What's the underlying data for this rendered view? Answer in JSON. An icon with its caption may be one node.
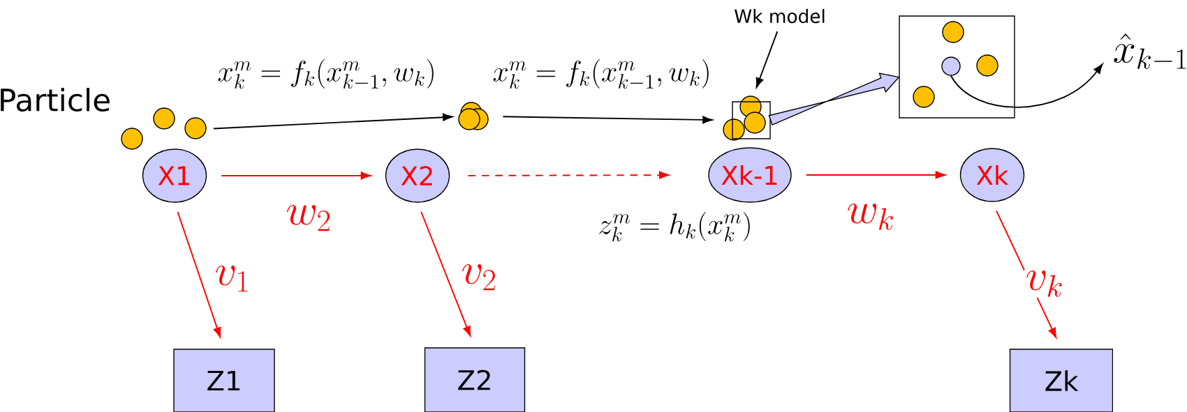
{
  "diagram": {
    "nodes": [
      {
        "text": [
          "X1"
        ]
      },
      {
        "text": [
          "X2"
        ]
      },
      {
        "text": [
          "Xk-1"
        ]
      },
      {
        "text": [
          "Xk"
        ]
      },
      {
        "text": [
          "Z1"
        ]
      },
      {
        "text": [
          "Z2"
        ]
      },
      {
        "text": [
          "Zk"
        ]
      },
      {
        "text": [],
        "shape": "circle"
      },
      {
        "text": [],
        "shape": "circle"
      },
      {
        "text": [],
        "shape": "box"
      },
      {
        "text": [],
        "shape": "box"
      },
      {
        "text": [],
        "shape": "circle",
        "in": 10
      },
      {
        "text": [
          "\\hat{x}_{k-1}"
        ]
      },
      {
        "text": [
          "Wk model"
        ]
      },
      {
        "text": [],
        "shape": "circle",
        "in": 10
      },
      {
        "text": [],
        "shape": "circle",
        "in": 10
      },
      {
        "text": [],
        "shape": "circle",
        "in": 10
      }
    ],
    "edges": [
      {
        "from": 7,
        "to": 8,
        "arrow": "to",
        "color": "#000000",
        "label": "x_k^m = f_k(x_{k-1}^m, w_k)"
      },
      {
        "from": 8,
        "to": 9,
        "arrow": "to",
        "color": "#000000",
        "label": "x_k^m = f_k(x_{k-1}^m, w_k)"
      },
      {
        "from": 13,
        "to": 9,
        "arrow": "to",
        "color": "#000000"
      },
      {
        "from": 9,
        "to": 10,
        "arrow": "to",
        "style": "thick",
        "color": "#ccccff"
      },
      {
        "from": 11,
        "to": 12,
        "arrow": "to",
        "color": "#000000"
      },
      {
        "from": 0,
        "to": 1,
        "arrow": "to",
        "label": "w_2"
      },
      {
        "from": 1,
        "to": 2,
        "arrow": "to",
        "style": "dashed"
      },
      {
        "from": 2,
        "to": 3,
        "arrow": "to",
        "label": "w_k"
      },
      {
        "from": 0,
        "to": 4,
        "arrow": "to",
        "label": "v_1"
      },
      {
        "from": 1,
        "to": 5,
        "arrow": "to",
        "label": "v_2"
      },
      {
        "from": 3,
        "to": 6,
        "arrow": "to",
        "label": "v_k"
      }
    ],
    "labels": [
      "Particle",
      "z_k^m = h_k(x_k^m)"
    ]
  }
}
